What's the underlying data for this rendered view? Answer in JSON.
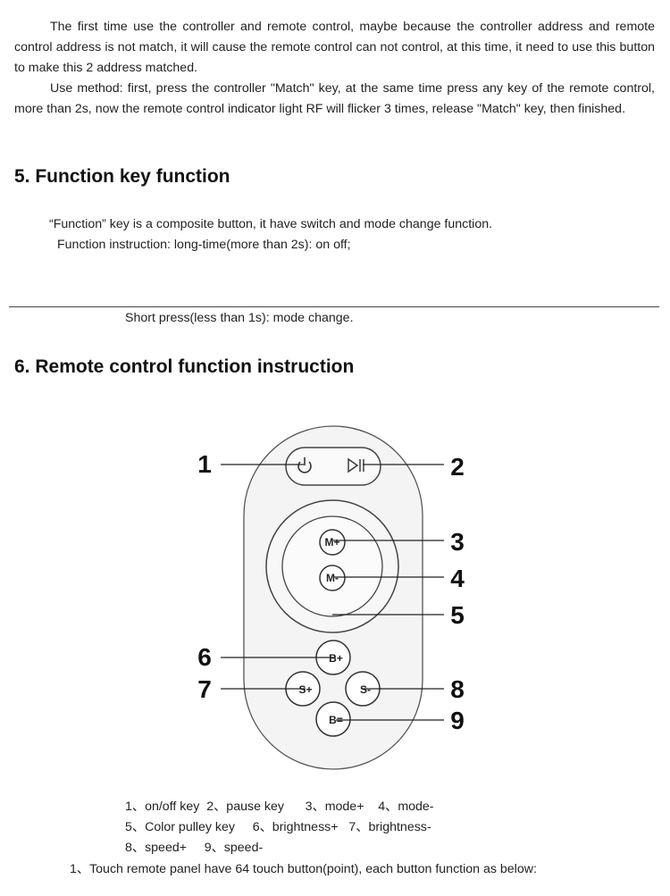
{
  "intro": {
    "paragraph1": "The first time use the controller and remote control, maybe because the controller address and remote control address is not match, it will cause the remote control can not control, at this time, it need to use this button to make this 2 address matched.",
    "paragraph2": "Use method: first, press the controller \"Match\" key, at the same time press any key of the remote control, more than 2s, now the remote control indicator light RF will flicker 3 times, release \"Match\" key, then finished."
  },
  "section5": {
    "heading": "5. Function key function",
    "line1": "“Function” key is a composite button, it have switch and mode change function.",
    "line2": "Function instruction: long-time(more than 2s): on off;",
    "line3": "Short press(less than 1s): mode change."
  },
  "section6": {
    "heading": "6. Remote control function instruction",
    "callouts": [
      "1",
      "2",
      "3",
      "4",
      "5",
      "6",
      "7",
      "8",
      "9"
    ],
    "buttons": {
      "m_plus": "M+",
      "m_minus": "M-",
      "b_plus": "B+",
      "s_plus": "S+",
      "s_minus": "S-",
      "b_minus": "B="
    },
    "icons": [
      "power-icon",
      "play-pause-icon"
    ],
    "legend": [
      "1、on/off key  2、pause key      3、mode+    4、mode-",
      "5、Color pulley key     6、brightness+   7、brightness-",
      "8、speed+     9、speed-"
    ],
    "footer": "1、Touch remote panel have 64 touch button(point), each button function as below:"
  }
}
